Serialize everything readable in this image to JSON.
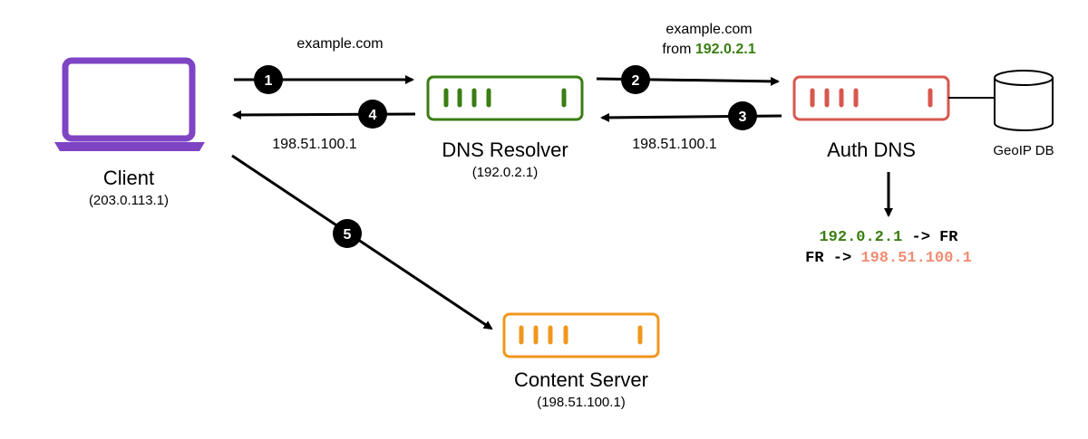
{
  "colors": {
    "client": "#7e44c4",
    "resolver": "#3a7d12",
    "auth": "#d8574e",
    "content": "#f0971c",
    "green_text": "#3a7d12",
    "salmon_text": "#f08c72"
  },
  "icons": {
    "client": "laptop-icon",
    "resolver": "server-icon",
    "auth": "server-icon",
    "content": "server-icon",
    "geoip": "database-icon"
  },
  "nodes": {
    "client": {
      "name": "Client",
      "ip": "(203.0.113.1)"
    },
    "resolver": {
      "name": "DNS Resolver",
      "ip": "(192.0.2.1)"
    },
    "auth": {
      "name": "Auth DNS"
    },
    "content": {
      "name": "Content Server",
      "ip": "(198.51.100.1)"
    },
    "geoip": {
      "name": "GeoIP DB"
    }
  },
  "steps": {
    "s1": {
      "badge": "1",
      "label": "example.com"
    },
    "s2": {
      "badge": "2",
      "label_line1": "example.com",
      "label_prefix": "from ",
      "label_ip": "192.0.2.1"
    },
    "s3": {
      "badge": "3",
      "label": "198.51.100.1"
    },
    "s4": {
      "badge": "4",
      "label": "198.51.100.1"
    },
    "s5": {
      "badge": "5"
    }
  },
  "geo_result": {
    "line1_ip": "192.0.2.1",
    "line1_rest": " -> FR",
    "line2_prefix": "FR -> ",
    "line2_ip": "198.51.100.1"
  }
}
